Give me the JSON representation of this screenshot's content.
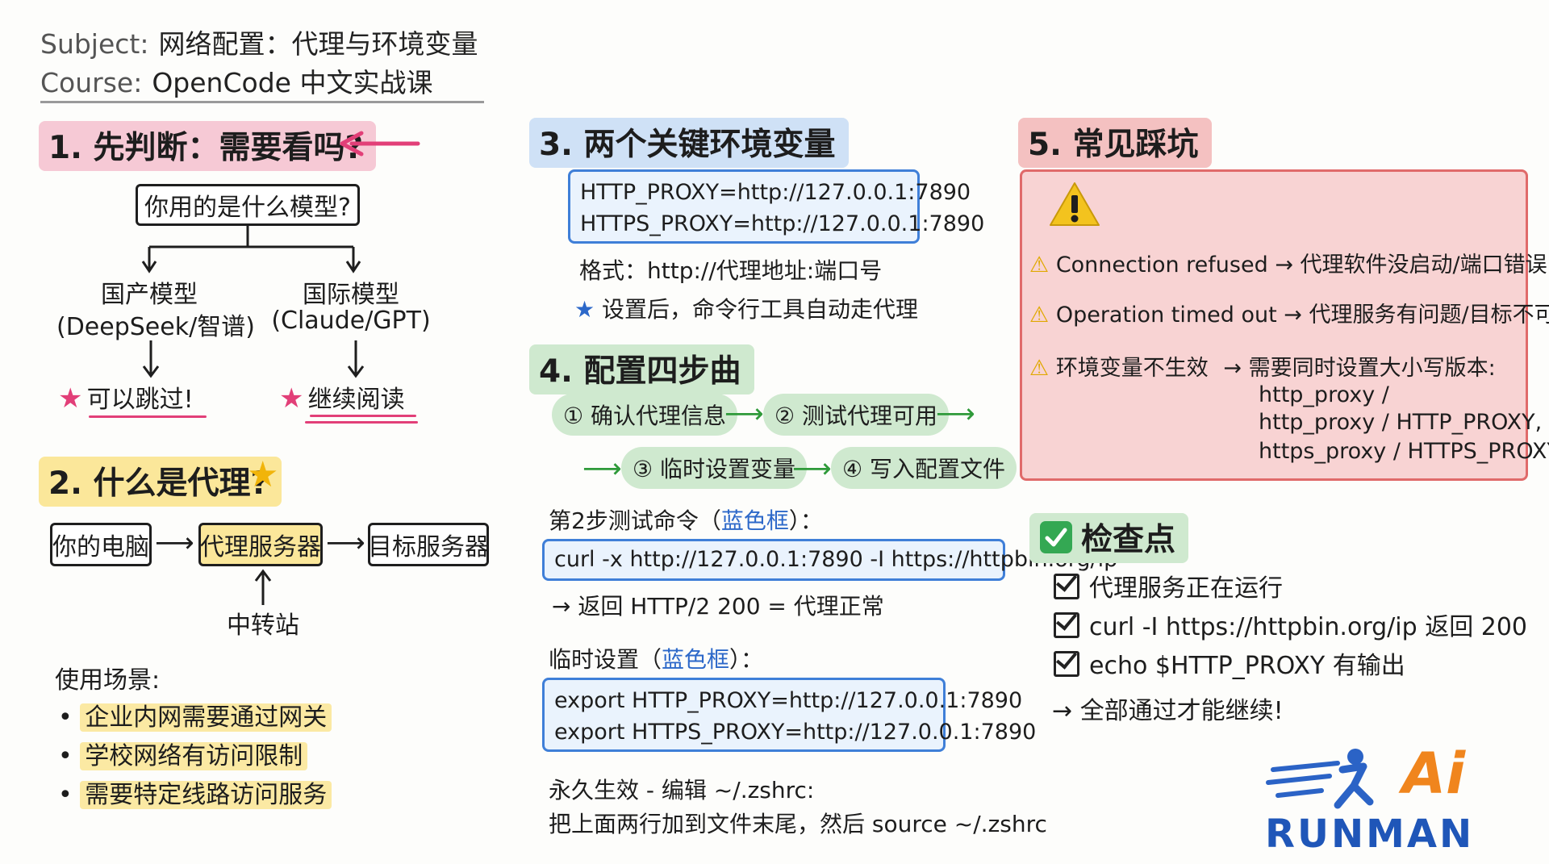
{
  "header": {
    "subject_label": "Subject:",
    "subject_value": "网络配置：代理与环境变量",
    "course_label": "Course:",
    "course_value": "OpenCode 中文实战课"
  },
  "section1": {
    "title": "1. 先判断：需要看吗?",
    "question": "你用的是什么模型?",
    "left_model": "国产模型",
    "left_examples": "(DeepSeek/智谱)",
    "left_result": "可以跳过!",
    "right_model": "国际模型",
    "right_examples": "(Claude/GPT)",
    "right_result": "继续阅读"
  },
  "section2": {
    "title": "2. 什么是代理?",
    "node_pc": "你的电脑",
    "node_proxy": "代理服务器",
    "node_target": "目标服务器",
    "relay_label": "中转站",
    "scenarios_title": "使用场景:",
    "scenarios": [
      "企业内网需要通过网关",
      "学校网络有访问限制",
      "需要特定线路访问服务"
    ]
  },
  "section3": {
    "title": "3. 两个关键环境变量",
    "code_line1": "HTTP_PROXY=http://127.0.0.1:7890",
    "code_line2": "HTTPS_PROXY=http://127.0.0.1:7890",
    "format": "格式：http://代理地址:端口号",
    "note": "设置后，命令行工具自动走代理"
  },
  "section4": {
    "title": "4. 配置四步曲",
    "step1": "① 确认代理信息",
    "step2": "② 测试代理可用",
    "step3": "③ 临时设置变量",
    "step4": "④ 写入配置文件",
    "test_label_pre": "第2步测试命令（",
    "test_label_blue": "蓝色框",
    "test_label_post": "）：",
    "test_cmd": "curl -x http://127.0.0.1:7890 -I https://httpbin.org/ip",
    "test_result": "→ 返回 HTTP/2 200 = 代理正常",
    "temp_label_pre": "临时设置（",
    "temp_label_blue": "蓝色框",
    "temp_label_post": "）：",
    "temp_line1": "export HTTP_PROXY=http://127.0.0.1:7890",
    "temp_line2": "export HTTPS_PROXY=http://127.0.0.1:7890",
    "perm_line1": "永久生效 - 编辑 ~/.zshrc:",
    "perm_line2": "把上面两行加到文件末尾，然后 source ~/.zshrc"
  },
  "section5": {
    "title": "5. 常见踩坑",
    "items": [
      {
        "error": "Connection refused",
        "cause": "代理软件没启动/端口错误"
      },
      {
        "error": "Operation timed out",
        "cause": "代理服务有问题/目标不可达"
      },
      {
        "error": "环境变量不生效",
        "cause": "需要同时设置大小写版本:"
      }
    ],
    "case_line1": "http_proxy /",
    "case_line2": "http_proxy / HTTP_PROXY,",
    "case_line3": "https_proxy / HTTPS_PROXY"
  },
  "checkpoints": {
    "title": "检查点",
    "items": [
      "代理服务正在运行",
      "curl -I https://httpbin.org/ip 返回 200",
      "echo $HTTP_PROXY 有输出"
    ],
    "conclusion": "全部通过才能继续!"
  },
  "logo": {
    "top": "Ai",
    "bottom": "RUNMAN"
  },
  "colors": {
    "pink": "#f6c9d5",
    "yellow": "#fbe79a",
    "blue": "#cfe1f6",
    "green": "#cfe9cf",
    "red_panel": "#f8d3d3",
    "code_border": "#3f7fd8"
  }
}
